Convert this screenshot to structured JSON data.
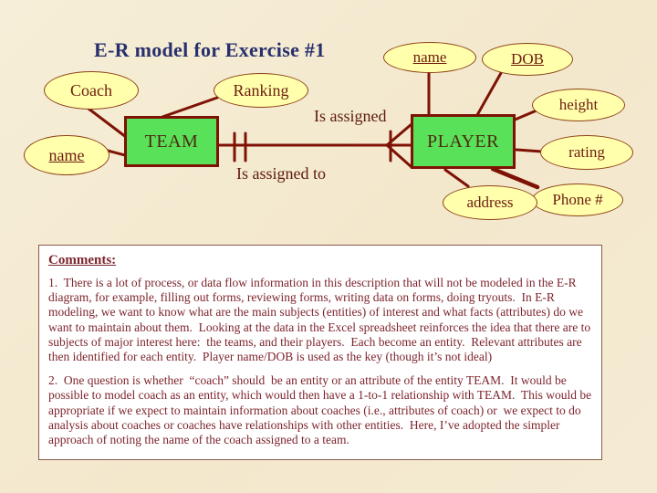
{
  "slide": {
    "title": "E-R model for Exercise #1"
  },
  "diagram": {
    "entities": {
      "team": {
        "label": "TEAM"
      },
      "player": {
        "label": "PLAYER"
      }
    },
    "attributes": {
      "coach": {
        "label": "Coach",
        "is_key": false,
        "owner": "team"
      },
      "ranking": {
        "label": "Ranking",
        "is_key": false,
        "owner": "team"
      },
      "team_name": {
        "label": "name",
        "is_key": true,
        "owner": "team"
      },
      "player_name": {
        "label": "name",
        "is_key": true,
        "owner": "player"
      },
      "dob": {
        "label": "DOB",
        "is_key": true,
        "owner": "player"
      },
      "height": {
        "label": "height",
        "is_key": false,
        "owner": "player"
      },
      "rating": {
        "label": "rating",
        "is_key": false,
        "owner": "player"
      },
      "phone": {
        "label": "Phone #",
        "is_key": false,
        "owner": "player"
      },
      "address": {
        "label": "address",
        "is_key": false,
        "owner": "player"
      }
    },
    "relationship": {
      "label_above": "Is assigned",
      "label_below": "Is assigned to",
      "team_side_notation": "one (double bar)",
      "player_side_notation": "many (crow's foot with bar)"
    }
  },
  "comments": {
    "heading": "Comments:",
    "paragraphs": [
      "1.  There is a lot of process, or data flow information in this description that will not be modeled in the E-R diagram, for example, filling out forms, reviewing forms, writing data on forms, doing tryouts.  In E-R modeling, we want to know what are the main subjects (entities) of interest and what facts (attributes) do we want to maintain about them.  Looking at the data in the Excel spreadsheet reinforces the idea that there are to subjects of major interest here:  the teams, and their players.  Each become an entity.  Relevant attributes are then identified for each entity.  Player name/DOB is used as the key (though it’s not ideal)",
      "2.  One question is whether  “coach” should  be an entity or an attribute of the entity TEAM.  It would be possible to model coach as an entity, which would then have a 1-to-1 relationship with TEAM.  This would be appropriate if we expect to maintain information about coaches (i.e., attributes of coach) or  we expect to do analysis about coaches or coaches have relationships with other entities.  Here, I’ve adopted the simpler approach of noting the name of the coach assigned to a team."
    ]
  },
  "colors": {
    "background": "#f4ead1",
    "entity_fill": "#59e259",
    "ellipse_fill": "#ffffac",
    "line": "#7e1205",
    "title_text": "#28306d",
    "diagram_text": "#6e1d10",
    "comments_text": "#7d242c"
  }
}
